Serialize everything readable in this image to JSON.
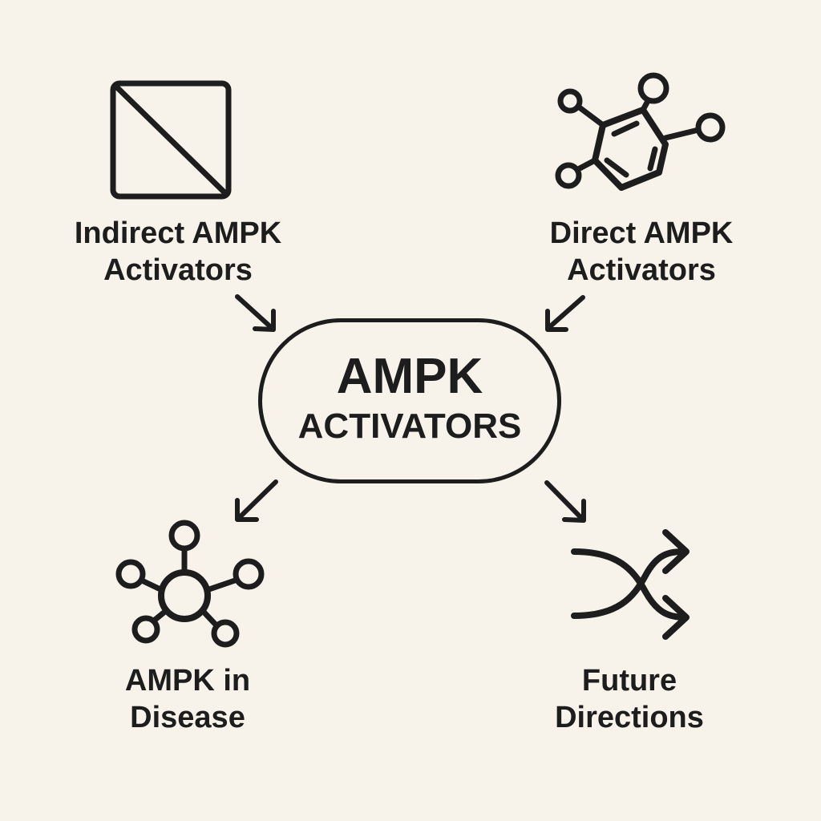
{
  "center": {
    "line1": "AMPK",
    "line2": "ACTIVATORS"
  },
  "nodes": [
    {
      "id": "indirect",
      "line1": "Indirect AMPK",
      "line2": "Activators",
      "icon": "square-diagonal-icon"
    },
    {
      "id": "direct",
      "line1": "Direct AMPK",
      "line2": "Activators",
      "icon": "molecule-ring-icon"
    },
    {
      "id": "disease",
      "line1": "AMPK in",
      "line2": "Disease",
      "icon": "network-hub-icon"
    },
    {
      "id": "future",
      "line1": "Future",
      "line2": "Directions",
      "icon": "shuffle-arrows-icon"
    }
  ],
  "colors": {
    "background": "#f7f2ea",
    "ink": "#1d1d1d"
  }
}
